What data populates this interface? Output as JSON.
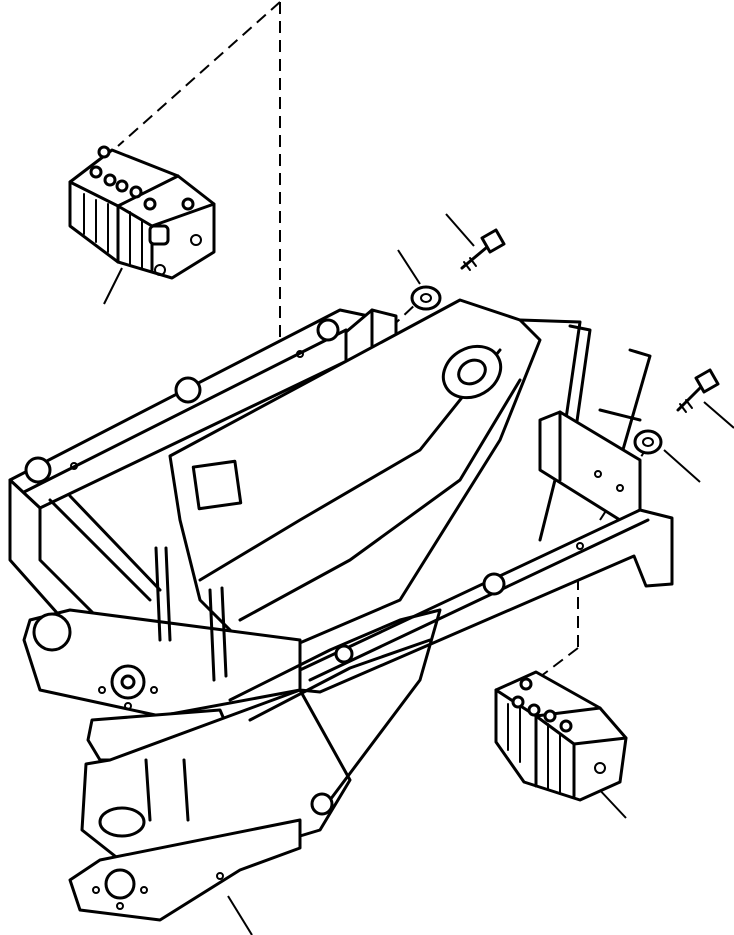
{
  "diagram": {
    "kind": "exploded parts illustration",
    "parts": [
      {
        "id": "valve-block-left"
      },
      {
        "id": "valve-block-right"
      },
      {
        "id": "bolt-upper"
      },
      {
        "id": "washer-upper"
      },
      {
        "id": "bolt-right"
      },
      {
        "id": "washer-right"
      },
      {
        "id": "boom-frame"
      }
    ],
    "colors": {
      "ink": "#000000",
      "paper": "#ffffff"
    }
  }
}
